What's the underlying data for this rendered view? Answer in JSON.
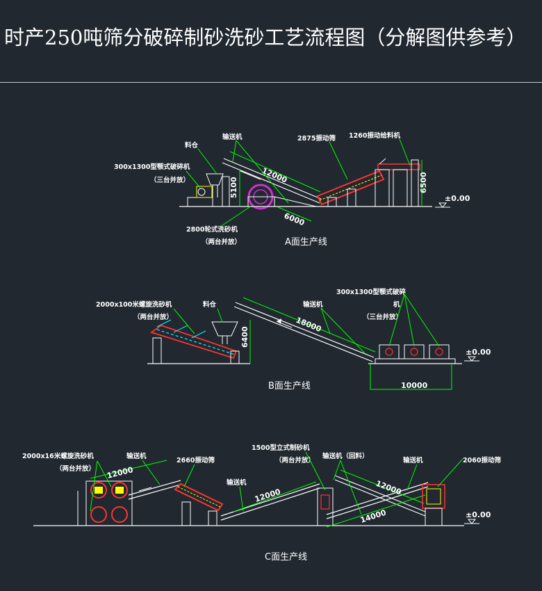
{
  "title": "时产250吨筛分破碎制砂洗砂工艺流程图（分解图供参考）",
  "colors": {
    "background": "#212830",
    "outline": "#ffffff",
    "leader": "#00ff00",
    "equipment": "#ff3333",
    "accent": "#00ffff",
    "magenta": "#cc33cc",
    "yellow": "#ffff00"
  },
  "sections": {
    "a": {
      "name": "A面生产线",
      "labels": {
        "hopper": "料仓",
        "conveyor": "输送机",
        "screen": "2875振动筛",
        "feeder": "1260振动给料机",
        "jaw_crusher_1": "300x1300型颚式破碎机",
        "jaw_crusher_2": "（三台并放）",
        "wheel_washer_1": "2800轮式洗砂机",
        "wheel_washer_2": "（两台并放）"
      },
      "dims": {
        "conveyor_len": "12000",
        "height": "5100",
        "horizontal": "6000",
        "feeder_height": "6500",
        "level": "±0.00"
      }
    },
    "b": {
      "name": "B面生产线",
      "labels": {
        "spiral_washer_1": "2000x100米螺旋洗砂机",
        "spiral_washer_2": "（两台并放）",
        "hopper": "料仓",
        "conveyor": "输送机",
        "jaw_crusher_1": "300x1300型颚式破碎",
        "jaw_crusher_2": "机",
        "jaw_crusher_3": "（三台并放）"
      },
      "dims": {
        "conveyor_len": "18000",
        "height": "6400",
        "horizontal": "10000",
        "level": "±0.00"
      }
    },
    "c": {
      "name": "C面生产线",
      "labels": {
        "spiral_washer_1": "2000x16米螺旋洗砂机",
        "spiral_washer_2": "（两台并放）",
        "conveyor_1": "输送机",
        "screen_1": "2660振动筛",
        "conveyor_2": "输送机",
        "sand_maker_1": "1500型立式制砂机",
        "sand_maker_2": "（两台并放）",
        "conveyor_return": "输送机（回料）",
        "conveyor_3": "输送机",
        "screen_2": "2060振动筛"
      },
      "dims": {
        "conveyor_1_len": "12000",
        "conveyor_2_len": "12000",
        "conveyor_3_len": "12000",
        "conveyor_4_len": "14000",
        "level": "±0.00"
      }
    }
  }
}
